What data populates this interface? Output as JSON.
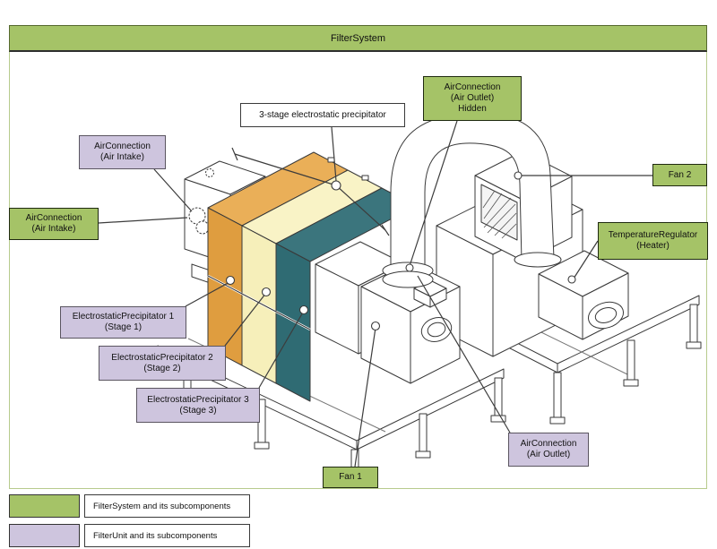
{
  "header": {
    "title": "FilterSystem"
  },
  "labels": {
    "intake_unit": {
      "text": "AirConnection\n(Air Intake)"
    },
    "intake_system": {
      "text": "AirConnection\n(Air Intake)"
    },
    "precipitator_3stage": {
      "text": "3-stage electrostatic precipitator"
    },
    "outlet_hidden": {
      "text": "AirConnection\n(Air Outlet)\nHidden"
    },
    "fan2": {
      "text": "Fan 2"
    },
    "heater": {
      "text": "TemperatureRegulator\n(Heater)"
    },
    "ep1": {
      "text": "ElectrostaticPrecipitator 1\n(Stage 1)"
    },
    "ep2": {
      "text": "ElectrostaticPrecipitator 2\n(Stage 2)"
    },
    "ep3": {
      "text": "ElectrostaticPrecipitator 3\n(Stage 3)"
    },
    "fan1": {
      "text": "Fan 1"
    },
    "outlet": {
      "text": "AirConnection\n(Air Outlet)"
    }
  },
  "legend": {
    "items": [
      {
        "swatch": "green",
        "label": "FilterSystem and its subcomponents"
      },
      {
        "swatch": "purple",
        "label": "FilterUnit and its subcomponents"
      }
    ]
  },
  "colors": {
    "system_green": "#a5c367",
    "unit_purple": "#cec5de",
    "stage1_orange": "#df9d3f",
    "stage2_cream": "#f6efba",
    "stage3_teal": "#2f6b73",
    "line": "#3a3a3a",
    "frame_border_green": "#b7cb8d"
  }
}
